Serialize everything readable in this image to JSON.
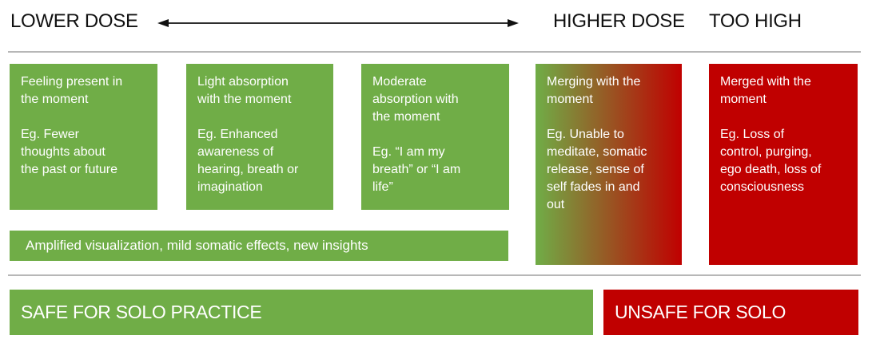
{
  "header": {
    "lower_dose": "LOWER DOSE",
    "higher_dose": "HIGHER DOSE",
    "too_high": "TOO HIGH",
    "arrow_icon": "left-right-arrow"
  },
  "colors": {
    "green": "#70AD47",
    "red": "#C00000",
    "gradient": "green-to-red",
    "divider_gray": "#B7B7B7",
    "box_text": "#FFFFFF",
    "header_text": "#111111"
  },
  "boxes": [
    {
      "level": "lower-dose-1",
      "background": "green",
      "text": "Feeling present in\nthe moment\n\nEg. Fewer\nthoughts about\nthe past or future"
    },
    {
      "level": "lower-dose-2",
      "background": "green",
      "text": "Light absorption\nwith the moment\n\nEg. Enhanced\nawareness of\nhearing, breath or\nimagination"
    },
    {
      "level": "lower-dose-3",
      "background": "green",
      "text": "Moderate\nabsorption with\nthe moment\n\nEg. “I am my\nbreath” or “I am\nlife”"
    },
    {
      "level": "higher-dose",
      "background": "green-to-red-gradient",
      "text": "Merging with the\nmoment\n\nEg. Unable to\nmeditate, somatic\nrelease, sense of\nself fades in and\nout"
    },
    {
      "level": "too-high",
      "background": "red",
      "text": "Merged with the\nmoment\n\nEg. Loss of\ncontrol, purging,\nego death, loss of\nconsciousness"
    }
  ],
  "amplified_bar": {
    "text": "Amplified visualization, mild somatic effects, new insights"
  },
  "footer": {
    "safe": "SAFE FOR SOLO PRACTICE",
    "unsafe": "UNSAFE FOR SOLO"
  }
}
